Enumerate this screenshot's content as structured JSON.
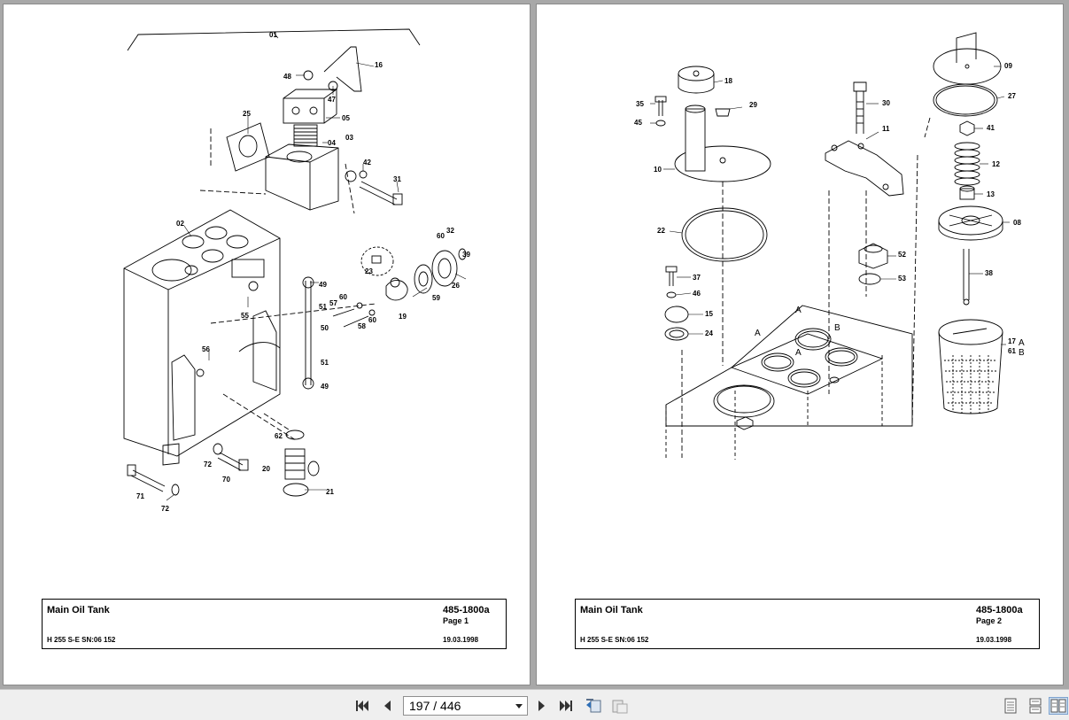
{
  "pages": [
    {
      "title": "Main Oil Tank",
      "doc_code": "485-1800a",
      "page_label": "Page 1",
      "model": "H 255 S-E SN:06 152",
      "date": "19.03.1998",
      "callouts": [
        "01",
        "16",
        "48",
        "47",
        "05",
        "25",
        "04",
        "03",
        "42",
        "31",
        "02",
        "60",
        "32",
        "39",
        "23",
        "26",
        "49",
        "57",
        "51",
        "60",
        "59",
        "19",
        "55",
        "50",
        "58",
        "60",
        "56",
        "51",
        "49",
        "62",
        "72",
        "70",
        "20",
        "21",
        "71",
        "72"
      ]
    },
    {
      "title": "Main Oil Tank",
      "doc_code": "485-1800a",
      "page_label": "Page 2",
      "model": "H 255 S-E SN:06 152",
      "date": "19.03.1998",
      "callouts": [
        "18",
        "35",
        "29",
        "45",
        "10",
        "30",
        "11",
        "09",
        "27",
        "41",
        "12",
        "13",
        "08",
        "22",
        "52",
        "53",
        "37",
        "46",
        "15",
        "24",
        "38",
        "17",
        "A",
        "61",
        "B",
        "A",
        "A",
        "B",
        "A"
      ]
    }
  ],
  "toolbar": {
    "page_indicator": "197 / 446",
    "icons": [
      "first-page-icon",
      "previous-page-icon",
      "next-page-icon",
      "last-page-icon",
      "previous-view-icon",
      "next-view-icon",
      "single-page-view-icon",
      "continuous-view-icon",
      "facing-pages-view-icon"
    ]
  },
  "colors": {
    "toolbar_bg": "#efefef",
    "viewer_bg": "#a8a8a8",
    "active_view": "#c9dcf0"
  }
}
